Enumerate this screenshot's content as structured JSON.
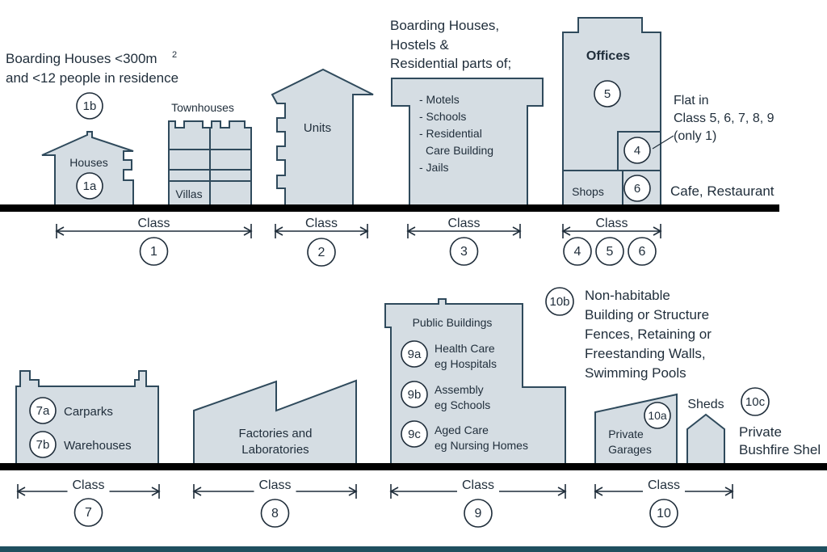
{
  "header_texts": {
    "boarding_small_line1": "Boarding Houses <300m",
    "boarding_small_sup": "2",
    "boarding_small_line2": "and <12 people in residence",
    "boarding_large_line1": "Boarding Houses,",
    "boarding_large_line2": "Hostels &",
    "boarding_large_line3": "Residential parts of;",
    "flat_line1": "Flat in",
    "flat_line2": "Class 5, 6, 7, 8, 9",
    "flat_line3": "(only 1)",
    "cafe": "Cafe, Restaurant",
    "nonhab_line1": "Non-habitable",
    "nonhab_line2": "Building or Structure",
    "nonhab_line3": "Fences, Retaining or",
    "nonhab_line4": "Freestanding Walls,",
    "nonhab_line5": "Swimming Pools",
    "private_line1": "Private",
    "private_line2": "Bushfire Shel"
  },
  "building_labels": {
    "houses": "Houses",
    "townhouses": "Townhouses",
    "villas": "Villas",
    "units": "Units",
    "motels": "- Motels",
    "schools": "- Schools",
    "residential": "- Residential",
    "care_building": "Care Building",
    "jails": "- Jails",
    "offices": "Offices",
    "shops": "Shops",
    "carparks": "Carparks",
    "warehouses": "Warehouses",
    "factories_line1": "Factories and",
    "factories_line2": "Laboratories",
    "public_buildings": "Public Buildings",
    "health_line1": "Health Care",
    "health_line2": "eg Hospitals",
    "assembly_line1": "Assembly",
    "assembly_line2": "eg Schools",
    "aged_line1": "Aged Care",
    "aged_line2": "eg Nursing Homes",
    "garages_line1": "Private",
    "garages_line2": "Garages",
    "sheds": "Sheds"
  },
  "badges": {
    "b1a": "1a",
    "b1b": "1b",
    "b5_office": "5",
    "b4_flat": "4",
    "b6_shop": "6",
    "b7a": "7a",
    "b7b": "7b",
    "b9a": "9a",
    "b9b": "9b",
    "b9c": "9c",
    "b10a": "10a",
    "b10b": "10b",
    "b10c": "10c"
  },
  "class_word": "Class",
  "classes": [
    {
      "label": "Class",
      "number": "1"
    },
    {
      "label": "Class",
      "number": "2"
    },
    {
      "label": "Class",
      "number": "3"
    },
    {
      "label": "Class",
      "numbers": [
        "4",
        "5",
        "6"
      ]
    },
    {
      "label": "Class",
      "number": "7"
    },
    {
      "label": "Class",
      "number": "8"
    },
    {
      "label": "Class",
      "number": "9"
    },
    {
      "label": "Class",
      "number": "10"
    }
  ],
  "colors": {
    "building_fill": "#d5dde3",
    "building_stroke": "#2f4a5c",
    "ground": "#000000",
    "text": "#1f2d3a",
    "footer_bar": "#1f4f5f"
  }
}
